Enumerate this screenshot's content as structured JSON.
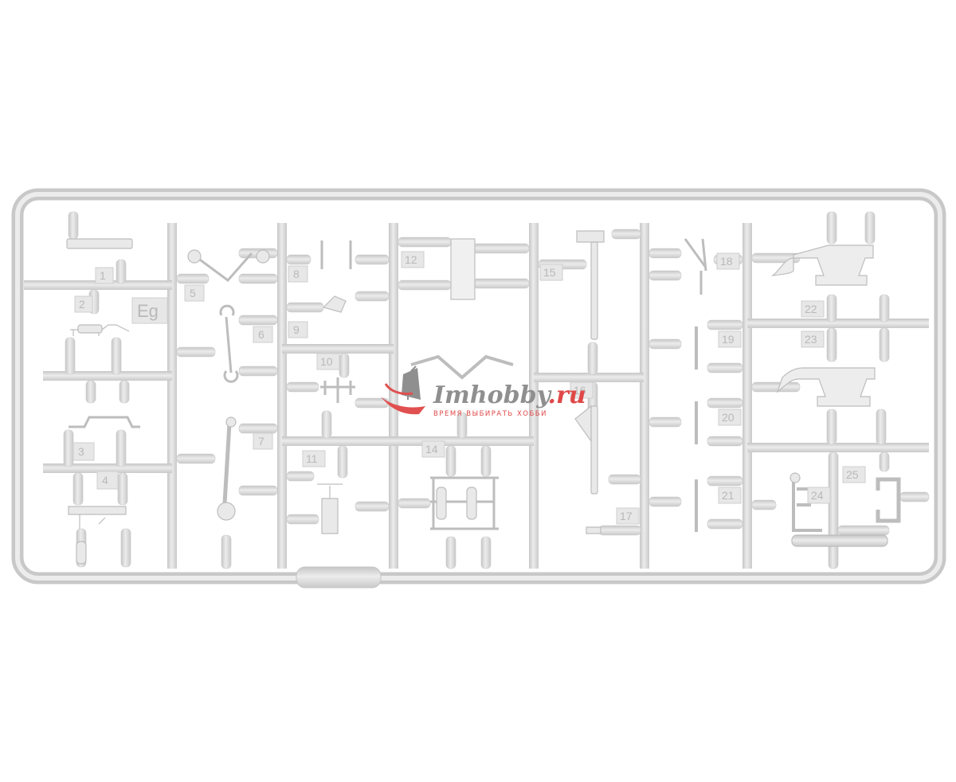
{
  "sprue": {
    "letter": "Eg",
    "part_numbers": [
      "1",
      "2",
      "3",
      "4",
      "5",
      "6",
      "7",
      "8",
      "9",
      "10",
      "11",
      "12",
      "14",
      "15",
      "16",
      "17",
      "18",
      "19",
      "20",
      "21",
      "22",
      "23",
      "24",
      "25"
    ]
  },
  "watermark": {
    "brand": "Imhobby",
    "tld": ".ru",
    "slogan": "ВРЕМЯ ВЫБИРАТЬ ХОББИ",
    "colors": {
      "brand": "#8f8f8f",
      "accent": "#e04848"
    }
  },
  "colors": {
    "plastic": "#dcdcdc",
    "plastic_edge": "#c4c4c4",
    "label": "#b9b9b9"
  }
}
